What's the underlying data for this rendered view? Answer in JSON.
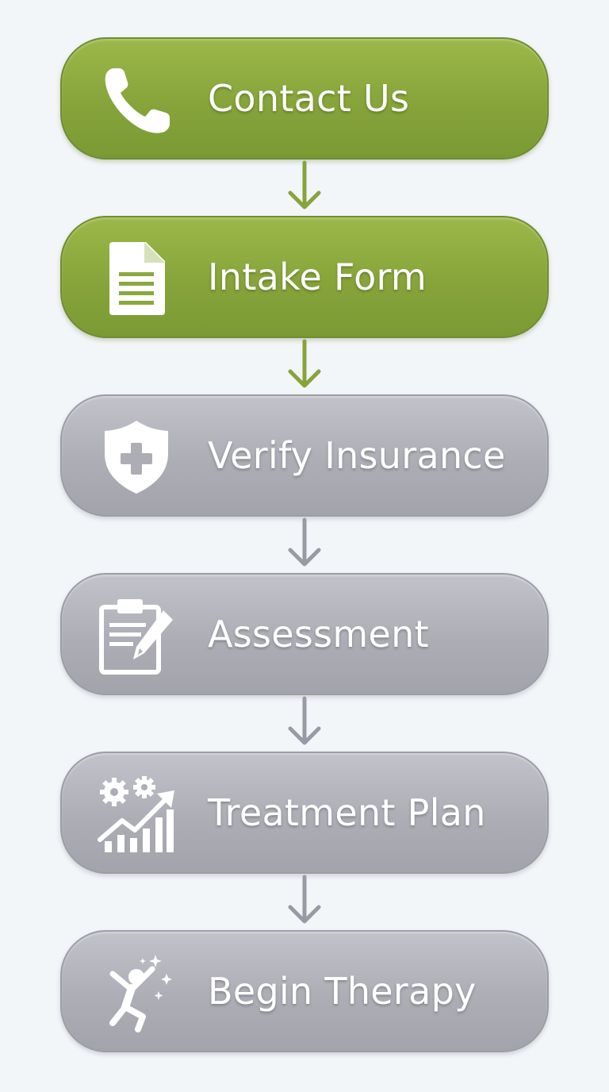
{
  "colors": {
    "background": "#f3f6f9",
    "completed_step": "#8aa83d",
    "pending_step": "#b0b0b9",
    "completed_arrow": "#86a43a",
    "pending_arrow": "#9a9aa4",
    "icon_and_text": "#ffffff"
  },
  "steps": [
    {
      "label": "Contact Us",
      "icon": "phone-icon",
      "status": "completed"
    },
    {
      "label": "Intake Form",
      "icon": "document-icon",
      "status": "completed"
    },
    {
      "label": "Verify Insurance",
      "icon": "shield-plus-icon",
      "status": "pending"
    },
    {
      "label": "Assessment",
      "icon": "clipboard-pencil-icon",
      "status": "pending"
    },
    {
      "label": "Treatment Plan",
      "icon": "gears-growth-chart-icon",
      "status": "pending"
    },
    {
      "label": "Begin Therapy",
      "icon": "celebrating-person-icon",
      "status": "pending"
    }
  ],
  "connectors": [
    {
      "icon": "down-arrow-icon",
      "status": "completed"
    },
    {
      "icon": "down-arrow-icon",
      "status": "completed"
    },
    {
      "icon": "down-arrow-icon",
      "status": "pending"
    },
    {
      "icon": "down-arrow-icon",
      "status": "pending"
    },
    {
      "icon": "down-arrow-icon",
      "status": "pending"
    }
  ]
}
